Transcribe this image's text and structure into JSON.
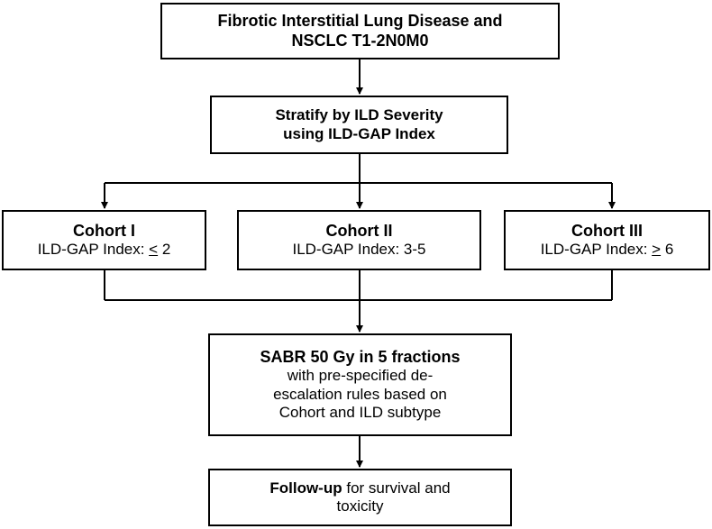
{
  "diagram": {
    "box1": {
      "line1": "Fibrotic Interstitial Lung Disease and",
      "line2": "NSCLC T1-2N0M0"
    },
    "box2": {
      "line1": "Stratify by ILD Severity",
      "line2": "using ILD-GAP Index"
    },
    "cohort1": {
      "title": "Cohort I",
      "label": "ILD-GAP Index: ",
      "symbol": "<",
      "value": " 2"
    },
    "cohort2": {
      "title": "Cohort II",
      "label": "ILD-GAP Index: 3-5"
    },
    "cohort3": {
      "title": "Cohort III",
      "label": "ILD-GAP Index: ",
      "symbol": ">",
      "value": " 6"
    },
    "box_sabr": {
      "title": "SABR 50 Gy in 5 fractions",
      "line1": "with pre-specified de-",
      "line2": "escalation rules based on",
      "line3": "Cohort and ILD subtype"
    },
    "box_follow": {
      "bold": "Follow-up",
      "rest": " for survival and",
      "line2": "toxicity"
    }
  }
}
